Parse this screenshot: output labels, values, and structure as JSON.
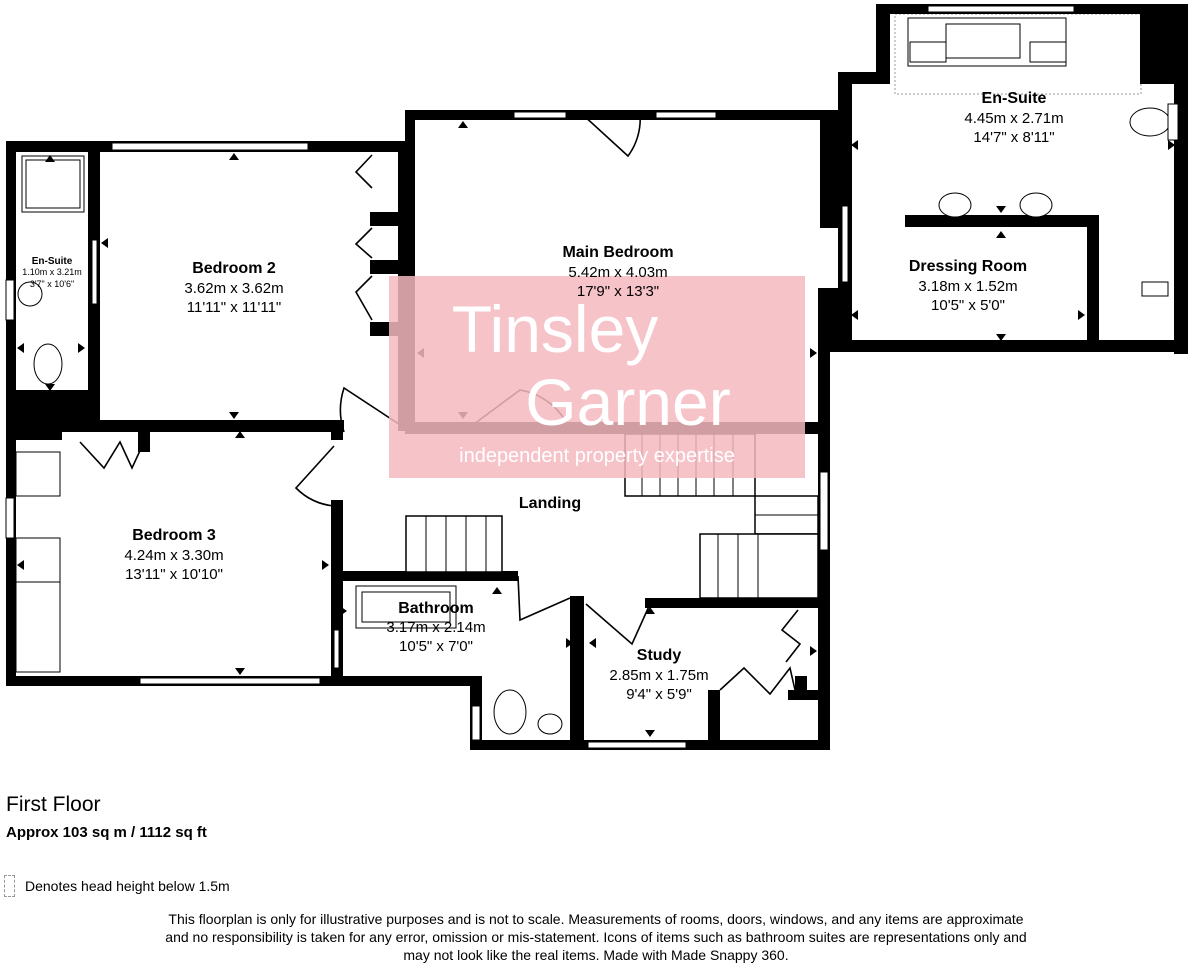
{
  "watermark": {
    "line1": "Tinsley",
    "line2": "Garner",
    "tagline": "independent property expertise"
  },
  "rooms": {
    "main_bedroom": {
      "name": "Main Bedroom",
      "metric": "5.42m x 4.03m",
      "imperial": "17'9\" x 13'3\""
    },
    "en_suite_main": {
      "name": "En-Suite",
      "metric": "4.45m x 2.71m",
      "imperial": "14'7\" x 8'11\""
    },
    "dressing_room": {
      "name": "Dressing Room",
      "metric": "3.18m x 1.52m",
      "imperial": "10'5\" x 5'0\""
    },
    "bedroom2": {
      "name": "Bedroom 2",
      "metric": "3.62m x 3.62m",
      "imperial": "11'11\" x 11'11\""
    },
    "en_suite_small": {
      "name": "En-Suite",
      "metric": "1.10m x 3.21m",
      "imperial": "3'7\" x 10'6\""
    },
    "bedroom3": {
      "name": "Bedroom 3",
      "metric": "4.24m x 3.30m",
      "imperial": "13'11\" x 10'10\""
    },
    "landing": {
      "name": "Landing"
    },
    "bathroom": {
      "name": "Bathroom",
      "metric": "3.17m x 2.14m",
      "imperial": "10'5\" x 7'0\""
    },
    "study": {
      "name": "Study",
      "metric": "2.85m x 1.75m",
      "imperial": "9'4\" x 5'9\""
    }
  },
  "floor": {
    "title": "First Floor",
    "area": "Approx 103 sq m / 1112 sq ft"
  },
  "legend": {
    "text": "Denotes head height below 1.5m"
  },
  "disclaimer": {
    "line1": "This floorplan is only for illustrative purposes and is not to scale. Measurements of rooms, doors, windows, and any items are approximate",
    "line2": "and no responsibility is taken for any error, omission or mis-statement. Icons of items such as bathroom suites are representations only and",
    "line3": "may not look like the real items. Made with Made Snappy 360."
  },
  "colors": {
    "wall": "#000000",
    "watermark_bg": "#f4b8bf",
    "watermark_text": "#ffffff",
    "background": "#ffffff"
  }
}
